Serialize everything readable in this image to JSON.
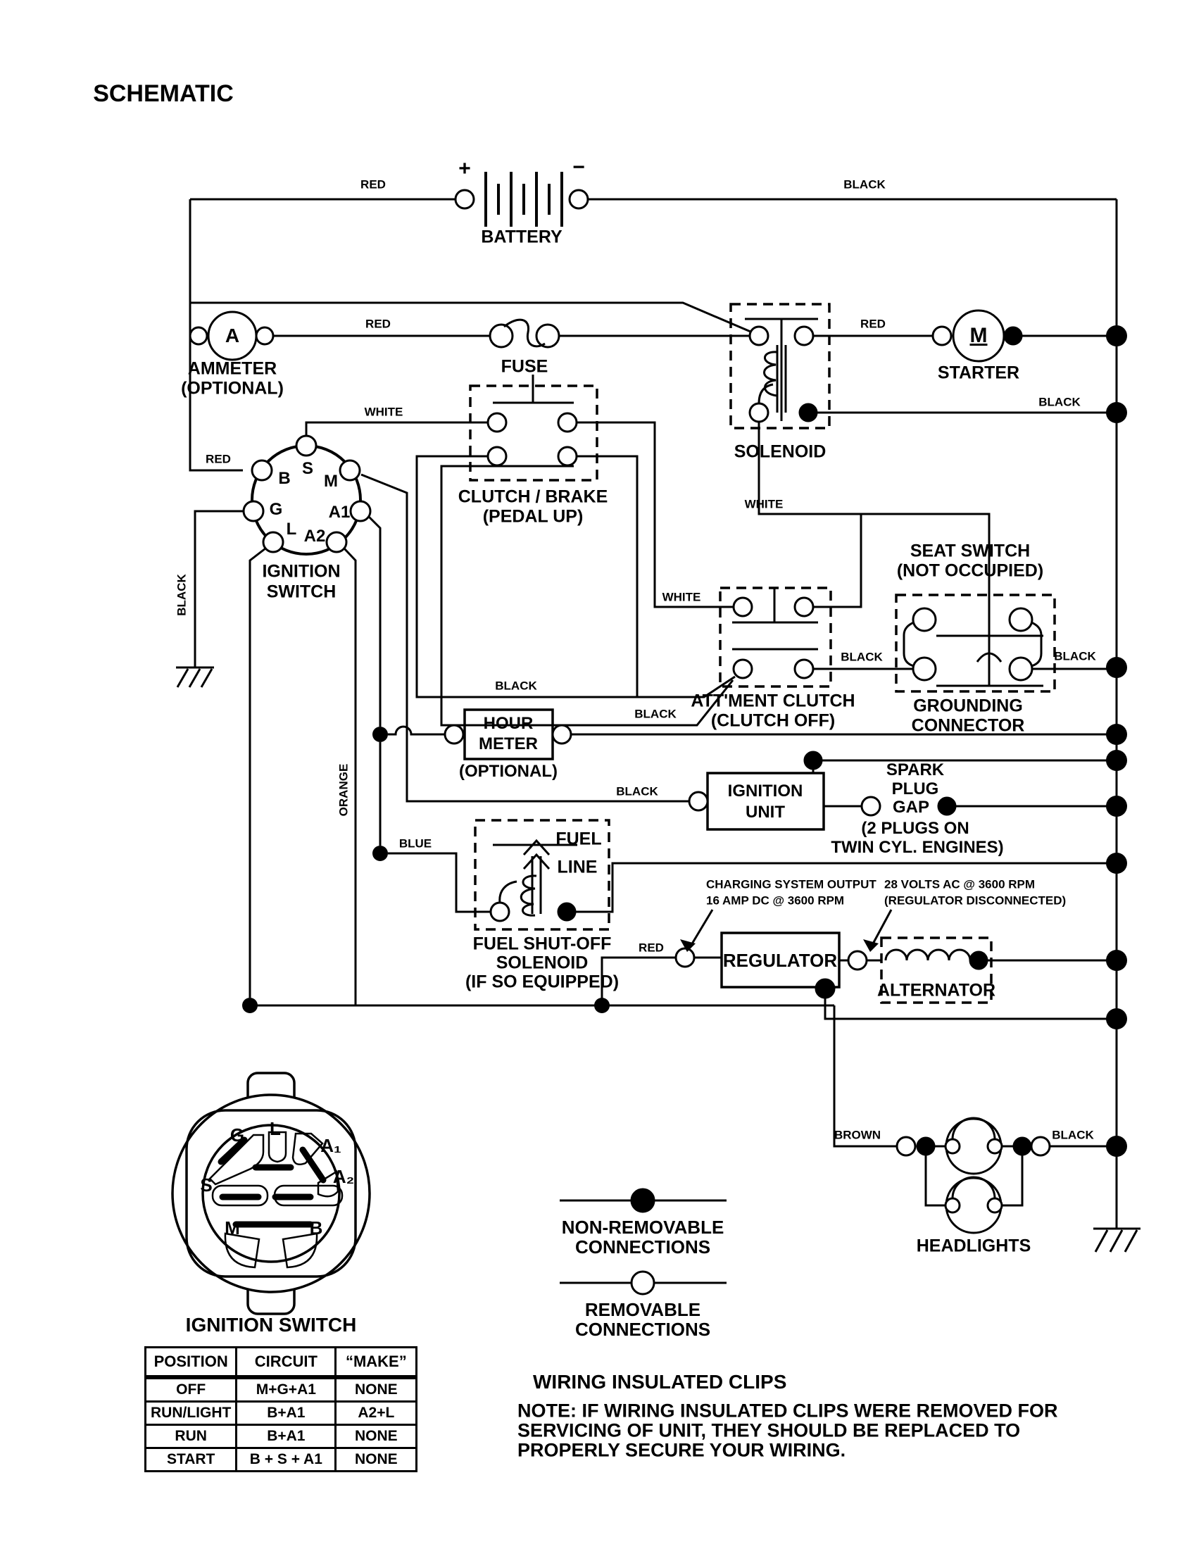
{
  "title": "SCHEMATIC",
  "battery": {
    "caption": "BATTERY",
    "plus": "+",
    "minus": "−"
  },
  "labels": {
    "red_top": "RED",
    "black_top": "BLACK",
    "red_fuse": "RED",
    "red_starter": "RED",
    "black_solenoid": "BLACK",
    "white_clutch": "WHITE",
    "red_b": "RED",
    "black_left": "BLACK",
    "white_attm": "WHITE",
    "white_seat": "WHITE",
    "black_attm_in1": "BLACK",
    "black_attm_in2": "BLACK",
    "black_attm_right": "BLACK",
    "black_seat_right": "BLACK",
    "black_ignition_unit": "BLACK",
    "orange": "ORANGE",
    "blue": "BLUE",
    "red_regulator": "RED",
    "brown": "BROWN",
    "black_headlights": "BLACK"
  },
  "ammeter": {
    "symbol": "A",
    "caption1": "AMMETER",
    "caption2": "(OPTIONAL)"
  },
  "fuse": {
    "caption": "FUSE"
  },
  "solenoid": {
    "caption": "SOLENOID"
  },
  "starter": {
    "symbol": "M",
    "caption": "STARTER"
  },
  "ignition_switch": {
    "caption1": "IGNITION",
    "caption2": "SWITCH",
    "terminals": {
      "s": "S",
      "b": "B",
      "m": "M",
      "g": "G",
      "a1": "A1",
      "l": "L",
      "a2": "A2"
    }
  },
  "clutch_brake": {
    "caption1": "CLUTCH / BRAKE",
    "caption2": "(PEDAL UP)"
  },
  "attm_clutch": {
    "caption1": "ATT'MENT CLUTCH",
    "caption2": "(CLUTCH OFF)"
  },
  "seat_switch": {
    "caption1": "SEAT SWITCH",
    "caption2": "(NOT OCCUPIED)",
    "caption3": "GROUNDING",
    "caption4": "CONNECTOR"
  },
  "hour_meter": {
    "line1": "HOUR",
    "line2": "METER",
    "caption": "(OPTIONAL)"
  },
  "ignition_unit": {
    "line1": "IGNITION",
    "line2": "UNIT"
  },
  "spark_plug": {
    "l1": "SPARK",
    "l2": "PLUG",
    "l3": "GAP",
    "l4": "(2 PLUGS ON",
    "l5": "TWIN CYL. ENGINES)"
  },
  "fuel_solenoid": {
    "fuel": "FUEL",
    "line": "LINE",
    "c1": "FUEL SHUT-OFF",
    "c2": "SOLENOID",
    "c3": "(IF SO EQUIPPED)"
  },
  "regulator": {
    "caption": "REGULATOR",
    "note1": "CHARGING SYSTEM OUTPUT",
    "note2": "16 AMP DC @ 3600 RPM"
  },
  "alternator": {
    "caption": "ALTERNATOR",
    "note1": "28 VOLTS AC @ 3600 RPM",
    "note2": "(REGULATOR DISCONNECTED)"
  },
  "headlights": {
    "caption": "HEADLIGHTS"
  },
  "connector": {
    "caption": "IGNITION SWITCH",
    "letters": {
      "g": "G",
      "l": "L",
      "a1": "A₁",
      "a2": "A₂",
      "s": "S",
      "m": "M",
      "b": "B"
    }
  },
  "table": {
    "headers": [
      "POSITION",
      "CIRCUIT",
      "“MAKE”"
    ],
    "rows": [
      [
        "OFF",
        "M+G+A1",
        "NONE"
      ],
      [
        "RUN/LIGHT",
        "B+A1",
        "A2+L"
      ],
      [
        "RUN",
        "B+A1",
        "NONE"
      ],
      [
        "START",
        "B + S + A1",
        "NONE"
      ]
    ]
  },
  "legend": {
    "nr1": "NON-REMOVABLE",
    "nr2": "CONNECTIONS",
    "r1": "REMOVABLE",
    "r2": "CONNECTIONS"
  },
  "note": {
    "title": "WIRING INSULATED CLIPS",
    "line1": "NOTE: IF WIRING INSULATED CLIPS WERE REMOVED FOR",
    "line2": "SERVICING OF UNIT, THEY SHOULD BE REPLACED TO",
    "line3": "PROPERLY SECURE YOUR WIRING."
  }
}
